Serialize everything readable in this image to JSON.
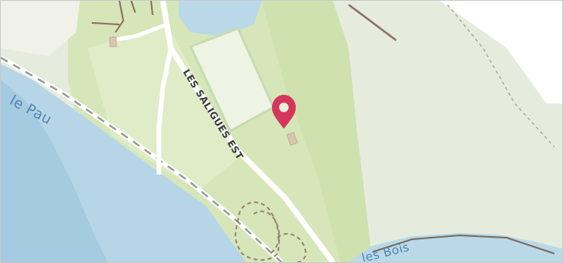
{
  "map": {
    "labels": {
      "road": "LES SALIGUES EST",
      "river": "le Pau",
      "stream": "les Bois"
    },
    "marker": {
      "icon": "map-pin-icon",
      "color": "#d6355c"
    },
    "colors": {
      "land": "#ecf0e6",
      "forest": "#d3e4b6",
      "forest_light": "#dfebc9",
      "meadow": "#e3ead9",
      "water": "#b9d9e9",
      "water_dark": "#a9cfe2",
      "pitch": "#eff4e6",
      "road": "#ffffff",
      "railway": "#8c8c8c",
      "track": "#8e7867",
      "path": "#9a8270",
      "label": "#3a3a3a",
      "water_label": "#4f86b3"
    }
  }
}
